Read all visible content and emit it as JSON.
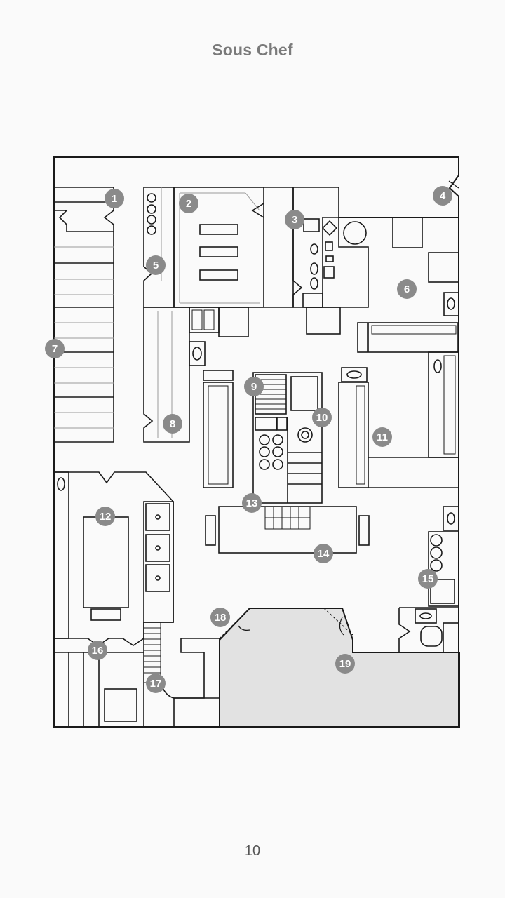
{
  "page": {
    "title": "Sous Chef",
    "page_number": "10"
  },
  "callouts": [
    {
      "label": "1"
    },
    {
      "label": "2"
    },
    {
      "label": "3"
    },
    {
      "label": "4"
    },
    {
      "label": "5"
    },
    {
      "label": "6"
    },
    {
      "label": "7"
    },
    {
      "label": "8"
    },
    {
      "label": "9"
    },
    {
      "label": "10"
    },
    {
      "label": "11"
    },
    {
      "label": "12"
    },
    {
      "label": "13"
    },
    {
      "label": "14"
    },
    {
      "label": "15"
    },
    {
      "label": "16"
    },
    {
      "label": "17"
    },
    {
      "label": "18"
    },
    {
      "label": "19"
    }
  ],
  "colors": {
    "wall": "#1a1a1a",
    "callout": "#8a8a8a",
    "shaded_area": "#e2e2e2",
    "title": "#7a7a7a"
  }
}
